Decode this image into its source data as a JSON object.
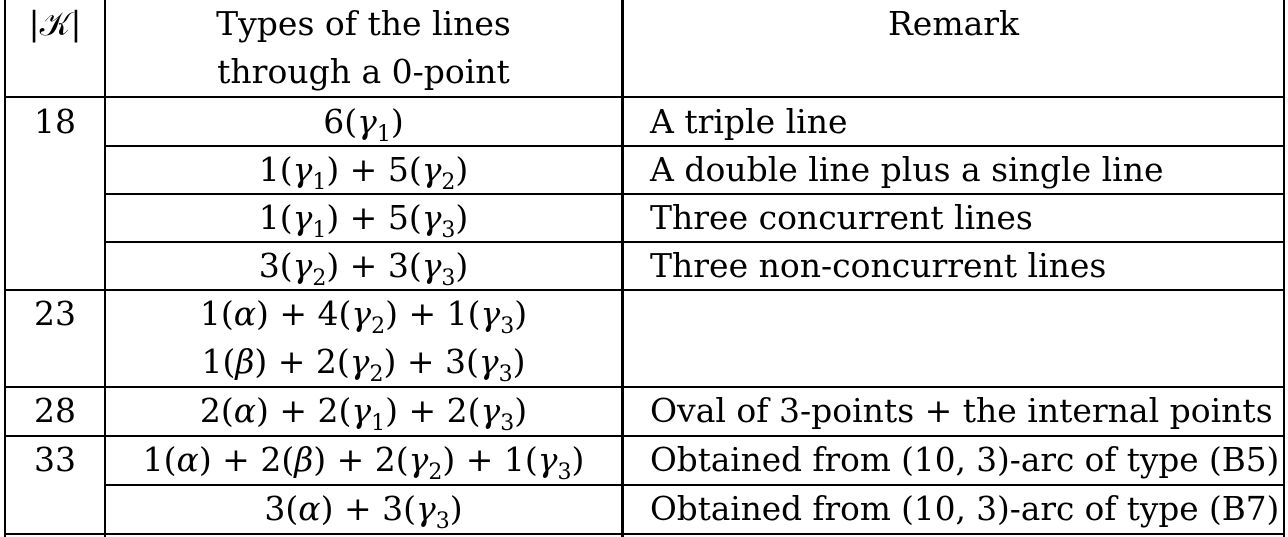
{
  "header": {
    "col_k": "|𝒦|",
    "col_types_line1": "Types of the lines",
    "col_types_line2": "through a 0-point",
    "col_remark": "Remark"
  },
  "rows": [
    {
      "k": "18",
      "types": [
        [
          "6(",
          "γ",
          "1",
          ")"
        ]
      ],
      "remark": "A triple line"
    },
    {
      "k": "",
      "types": [
        [
          "1(",
          "γ",
          "1",
          ") + 5(",
          "γ",
          "2",
          ")"
        ]
      ],
      "remark": "A double line plus a single line"
    },
    {
      "k": "",
      "types": [
        [
          "1(",
          "γ",
          "1",
          ") + 5(",
          "γ",
          "3",
          ")"
        ]
      ],
      "remark": "Three concurrent lines"
    },
    {
      "k": "",
      "types": [
        [
          "3(",
          "γ",
          "2",
          ") + 3(",
          "γ",
          "3",
          ")"
        ]
      ],
      "remark": "Three non-concurrent lines"
    },
    {
      "k": "23",
      "types": [],
      "remark": ""
    },
    {
      "k": "28",
      "types": [],
      "remark": "Oval of 3-points + the internal points"
    },
    {
      "k": "33",
      "types": [],
      "remark": "Obtained from (10, 3)-arc of type (B5)"
    },
    {
      "k": "",
      "types": [],
      "remark": "Obtained from (10, 3)-arc of type (B7)"
    }
  ],
  "cells": {
    "k18": "18",
    "k23": "23",
    "k28": "28",
    "k33": "33",
    "r1_remark": "A triple line",
    "r2_remark": "A double line plus a single line",
    "r3_remark": "Three concurrent lines",
    "r4_remark": "Three non-concurrent lines",
    "r6_remark": "Oval of 3-points + the internal points",
    "r7_remark": "Obtained from (10, 3)-arc of type (B5)",
    "r8_remark": "Obtained from (10, 3)-arc of type (B7)"
  },
  "math": {
    "r1": {
      "a": "6(",
      "g": "γ",
      "s": "1",
      "b": ")"
    },
    "r2": {
      "a": "1(",
      "g1": "γ",
      "s1": "1",
      "m": ") + 5(",
      "g2": "γ",
      "s2": "2",
      "b": ")"
    },
    "r3": {
      "a": "1(",
      "g1": "γ",
      "s1": "1",
      "m": ") + 5(",
      "g2": "γ",
      "s2": "3",
      "b": ")"
    },
    "r4": {
      "a": "3(",
      "g1": "γ",
      "s1": "2",
      "m": ") + 3(",
      "g2": "γ",
      "s2": "3",
      "b": ")"
    },
    "r5a": {
      "a": "1(",
      "v": "α",
      "m1": ") + 4(",
      "g1": "γ",
      "s1": "2",
      "m2": ") + 1(",
      "g2": "γ",
      "s2": "3",
      "b": ")"
    },
    "r5b": {
      "a": "1(",
      "v": "β",
      "m1": ") + 2(",
      "g1": "γ",
      "s1": "2",
      "m2": ") + 3(",
      "g2": "γ",
      "s2": "3",
      "b": ")"
    },
    "r6": {
      "a": "2(",
      "v": "α",
      "m1": ") + 2(",
      "g1": "γ",
      "s1": "1",
      "m2": ") + 2(",
      "g2": "γ",
      "s2": "3",
      "b": ")"
    },
    "r7": {
      "a": "1(",
      "v1": "α",
      "m1": ") + 2(",
      "v2": "β",
      "m2": ") + 2(",
      "g1": "γ",
      "s1": "2",
      "m3": ") + 1(",
      "g2": "γ",
      "s2": "3",
      "b": ")"
    },
    "r8": {
      "a": "3(",
      "v": "α",
      "m": ") + 3(",
      "g": "γ",
      "s": "3",
      "b": ")"
    }
  }
}
